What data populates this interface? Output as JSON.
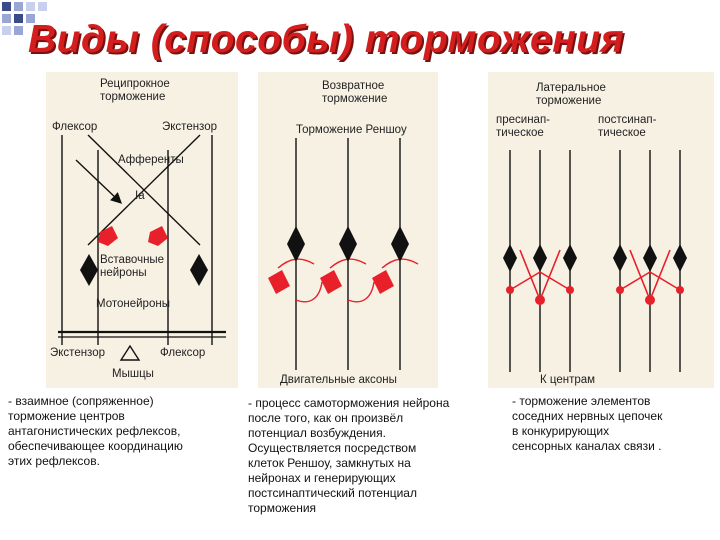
{
  "title": "Виды (способы) торможения",
  "colors": {
    "title": "#d41e1e",
    "inhibitory": "#e8202a",
    "neuron": "#111111",
    "panel_bg": "#f7f1e4"
  },
  "panel1": {
    "heading": "Реципрокное\nторможение",
    "flexor": "Флексор",
    "extensor": "Экстензор",
    "afferents": "Афференты",
    "ia": "Ia",
    "interneurons": "Вставочные\nнейроны",
    "motoneurons": "Мотонейроны",
    "extensor_bottom": "Экстензор",
    "flexor_bottom": "Флексор",
    "muscles": "Мышцы",
    "description": "- взаимное (сопряженное)\nторможение центров\nантагонистических рефлексов,\nобеспечивающее координацию\nэтих рефлексов."
  },
  "panel2": {
    "heading": "Возвратное\nторможение",
    "renshaw": "Торможение Реншоу",
    "axons": "Двигательные аксоны",
    "description": "- процесс самоторможения нейрона\nпосле того, как он произвёл\nпотенциал возбуждения.\nОсуществляется посредством\nклеток Реншоу, замкнутых на\nнейронах и генерирующих\nпостсинаптический потенциал\nторможения"
  },
  "panel3": {
    "heading": "Латеральное\nторможение",
    "presynaptic": "пресинап-\nтическое",
    "postsynaptic": "постсинап-\nтическое",
    "to_centers": "К центрам",
    "description": "- торможение элементов\nсоседних нервных цепочек\nв конкурирующих\nсенсорных каналах связи ."
  }
}
